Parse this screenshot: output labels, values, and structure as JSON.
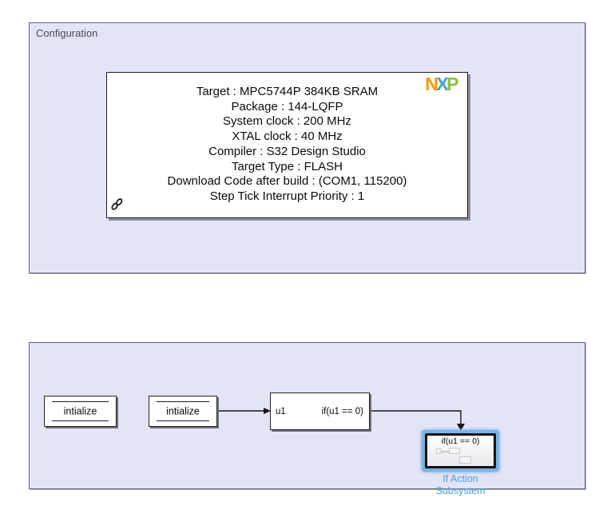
{
  "colors": {
    "area_background": "#e4e4f8",
    "area_border": "#62626f",
    "block_background": "#ffffff",
    "block_border": "#242424",
    "selection_highlight_blue": "#79b4e6",
    "subsystem_label_blue": "#4aa0da",
    "nxp_n_orange": "#f59b00",
    "nxp_x_blue": "#4a9dc9",
    "nxp_p_green": "#8cbf3f"
  },
  "areas": {
    "configuration": {
      "label": "Configuration"
    }
  },
  "config_block": {
    "lines": [
      "Target : MPC5744P 384KB SRAM",
      "Package : 144-LQFP",
      "System clock : 200 MHz",
      "XTAL clock : 40 MHz",
      "Compiler : S32 Design Studio",
      "Target Type : FLASH",
      "Download Code after build : (COM1, 115200)",
      "Step Tick Interrupt Priority : 1"
    ],
    "logo": {
      "n": "N",
      "x": "X",
      "p": "P"
    }
  },
  "blocks": {
    "initialize_1": {
      "label": "intialize"
    },
    "initialize_2": {
      "label": "intialize"
    },
    "if_block": {
      "input_port_label": "u1",
      "output_condition_label": "if(u1 == 0)"
    },
    "if_action_subsystem": {
      "condition_label": "if(u1 == 0)",
      "name": "If Action\nSubsystem",
      "selected": "true"
    }
  }
}
